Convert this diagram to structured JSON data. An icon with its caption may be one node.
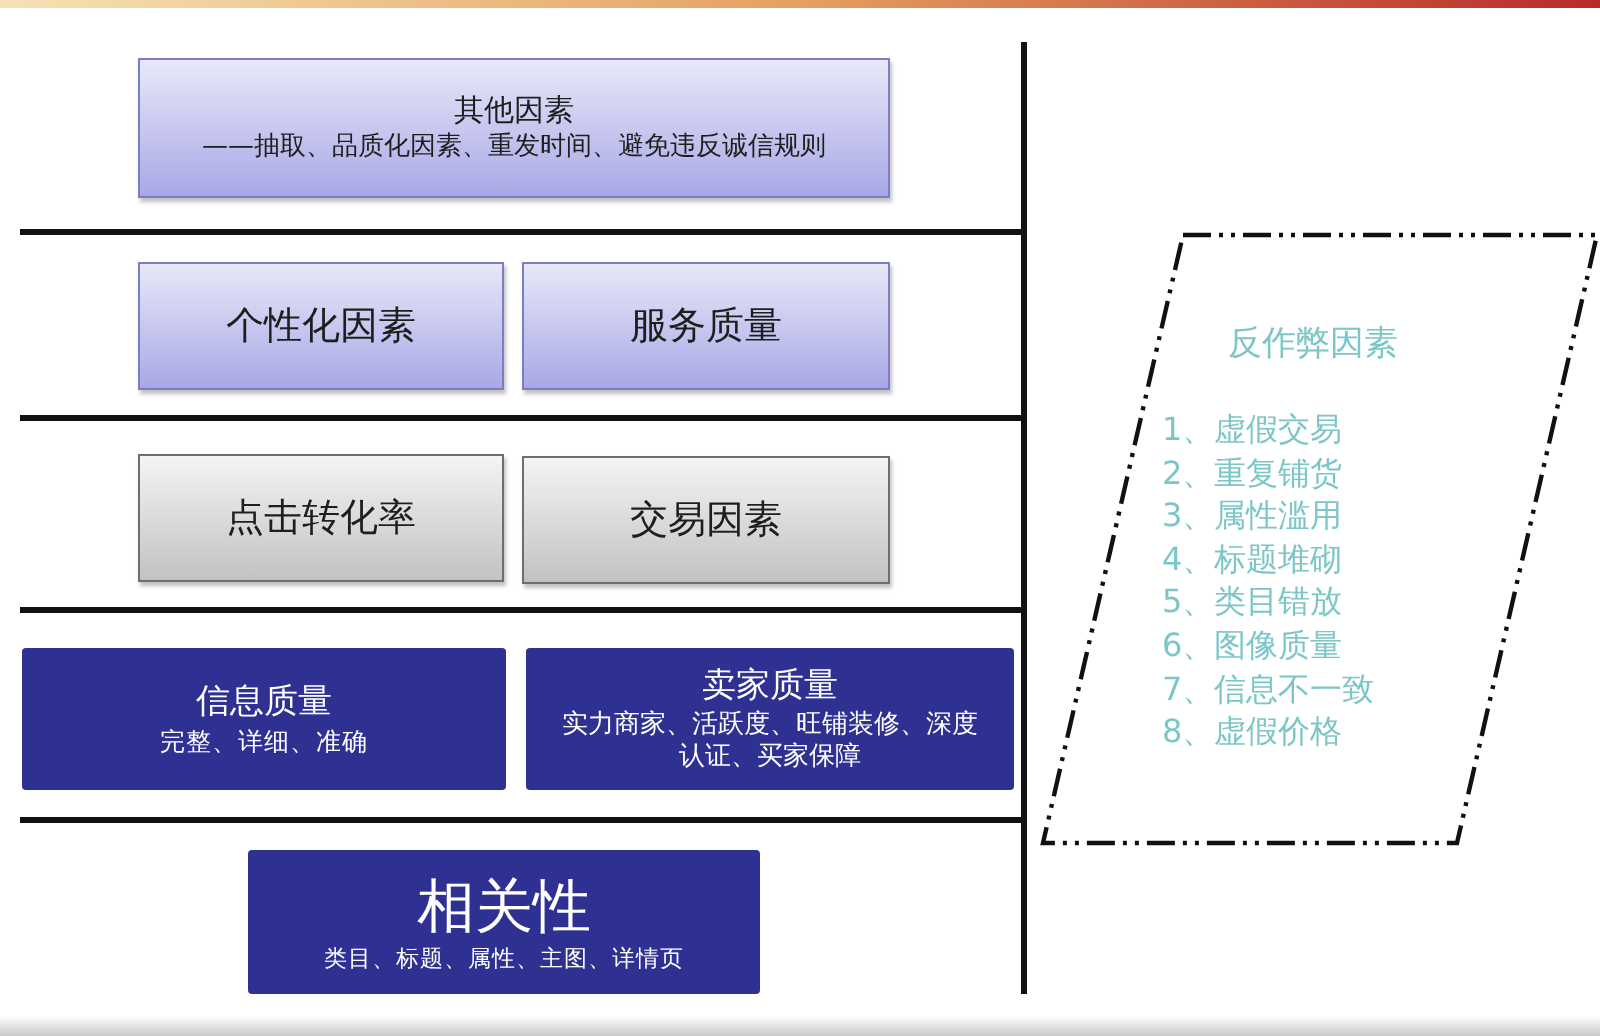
{
  "diagram": {
    "nodes": [
      {
        "text": [
          "其他因素",
          "——抽取、品质化因素、重发时间、避免违反诚信规则"
        ]
      },
      {
        "text": [
          "个性化因素"
        ]
      },
      {
        "text": [
          "服务质量"
        ]
      },
      {
        "text": [
          "点击转化率"
        ]
      },
      {
        "text": [
          "交易因素"
        ]
      },
      {
        "text": [
          "信息质量",
          "完整、详细、准确"
        ]
      },
      {
        "text": [
          "卖家质量",
          "实力商家、活跃度、旺铺装修、深度认证、买家保障"
        ]
      },
      {
        "text": [
          "相关性",
          "类目、标题、属性、主图、详情页"
        ]
      },
      {
        "text": [
          "反作弊因素",
          "1、虚假交易",
          "2、重复铺货",
          "3、属性滥用",
          "4、标题堆砌",
          "5、类目错放",
          "6、图像质量",
          "7、信息不一致",
          "8、虚假价格"
        ]
      }
    ]
  }
}
